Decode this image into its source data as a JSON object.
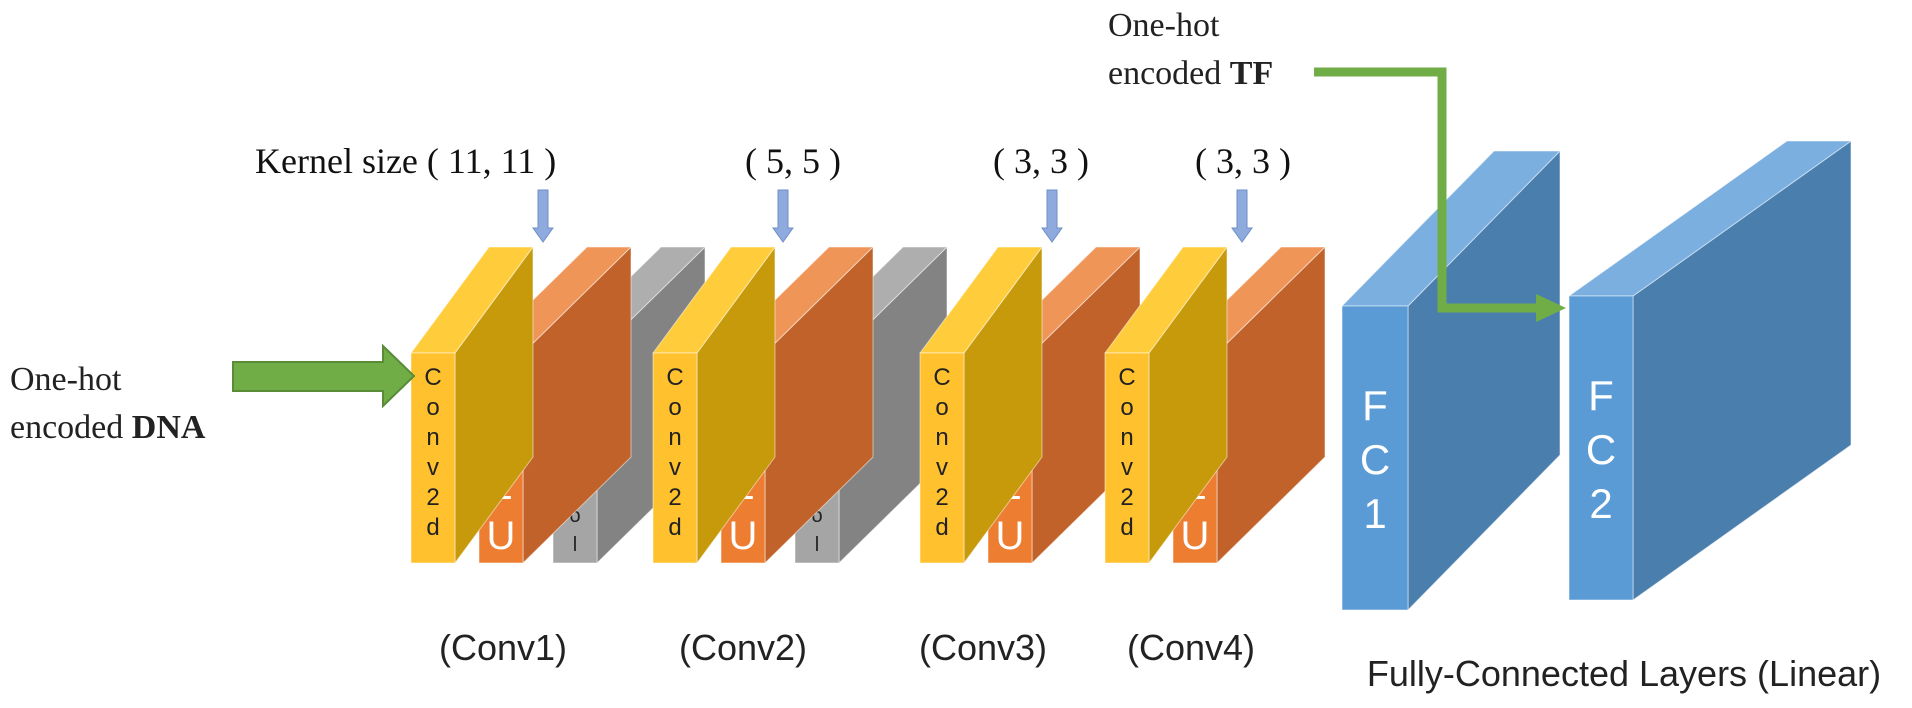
{
  "input_dna": {
    "line1": "One-hot",
    "line2_prefix": "encoded ",
    "line2_bold": "DNA"
  },
  "input_tf": {
    "line1": "One-hot",
    "line2_prefix": "encoded ",
    "line2_bold": "TF"
  },
  "kernel_prefix": "Kernel size",
  "kernels": [
    "( 11, 11 )",
    "( 5, 5 )",
    "( 3, 3 )",
    "( 3, 3 )"
  ],
  "conv_label": "Conv2d",
  "relu_label": "ReLU",
  "pool_label": "MaxPool",
  "block_captions": [
    "(Conv1)",
    "(Conv2)",
    "(Conv3)",
    "(Conv4)"
  ],
  "fc_layers": [
    "FC1",
    "FC2"
  ],
  "fc_caption": "Fully-Connected Layers (Linear)",
  "colors": {
    "conv": "#FFC12E",
    "conv_side": "#C79A0C",
    "conv_top": "#FFCD3C",
    "relu": "#ED7D31",
    "relu_side": "#C0622A",
    "relu_top": "#F09558",
    "pool": "#A5A5A5",
    "pool_side": "#838383",
    "pool_top": "#AEAEAE",
    "fc": "#5B9BD5",
    "fc_side": "#4A7EAD",
    "fc_top": "#7AAFE0",
    "arrow_green": "#70AD47",
    "kernel_arrow": "#8FAADC"
  }
}
